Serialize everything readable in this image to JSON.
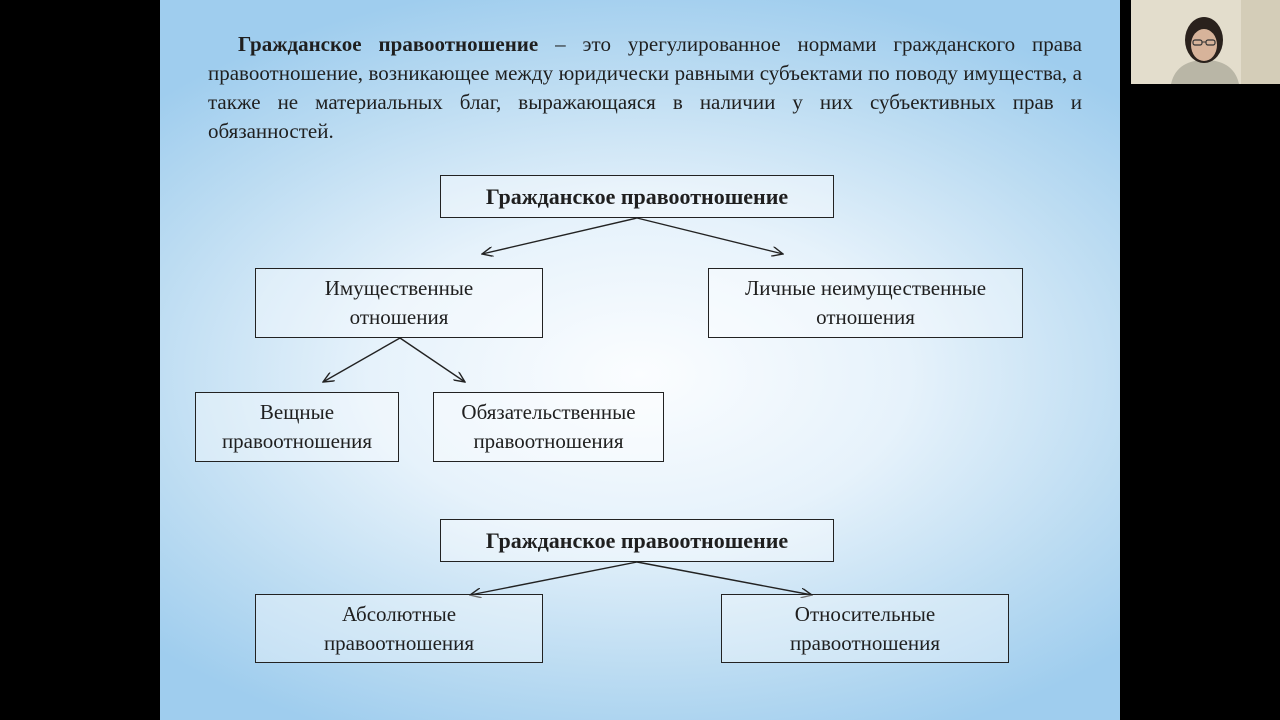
{
  "definition": {
    "term": "Гражданское правоотношение",
    "text": " – это урегулированное нормами гражданского права правоотношение, возникающее между юридически равными субъектами по поводу имущества, а также не материальных благ, выражающаяся в наличии у них субъективных прав и обязанностей."
  },
  "diagram1": {
    "root": "Гражданское правоотношение",
    "left": "Имущественные отношения",
    "right": "Личные неимущественные отношения",
    "left_children": [
      "Вещные правоотношения",
      "Обязательственные правоотношения"
    ]
  },
  "diagram2": {
    "root": "Гражданское правоотношение",
    "left": "Абсолютные правоотношения",
    "right": "Относительные правоотношения"
  }
}
